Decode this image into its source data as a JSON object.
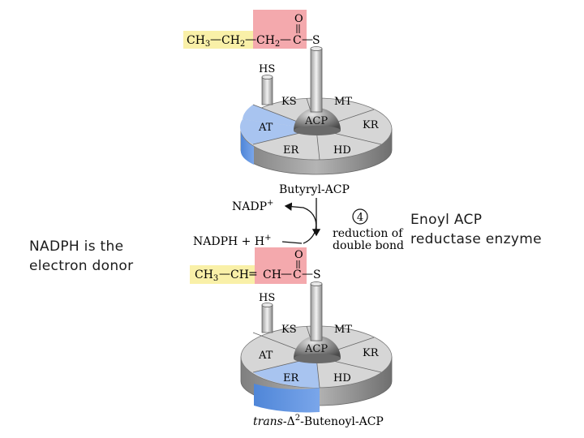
{
  "notes": {
    "left_line1": "NADPH  is the",
    "left_line2": "electron donor",
    "right_line1": "Enoyl ACP",
    "right_line2": "reductase enzyme"
  },
  "top_molecule": {
    "ch3": "CH",
    "ch3_sub": "3",
    "bond1": "—",
    "ch2a": "CH",
    "ch2a_sub": "2",
    "bond2": "—",
    "ch2b": "CH",
    "ch2b_sub": "2",
    "bond3": "—",
    "c": "C",
    "bond4": "—",
    "s": "S",
    "o": "O"
  },
  "bottom_molecule": {
    "ch3": "CH",
    "ch3_sub": "3",
    "bond1": "—",
    "cha": "CH",
    "bond2": "=",
    "chb": "CH",
    "bond3": "—",
    "c": "C",
    "bond4": "—",
    "s": "S",
    "o": "O"
  },
  "complex_top": {
    "hs": "HS",
    "ks": "KS",
    "mt": "MT",
    "at": "AT",
    "acp": "ACP",
    "kr": "KR",
    "er": "ER",
    "hd": "HD"
  },
  "complex_bottom": {
    "hs": "HS",
    "ks": "KS",
    "mt": "MT",
    "at": "AT",
    "acp": "ACP",
    "kr": "KR",
    "er": "ER",
    "hd": "HD"
  },
  "labels": {
    "butyryl": "Butyryl-ACP",
    "nadp": "NADP",
    "nadp_sup": "+",
    "nadph": "NADPH + H",
    "nadph_sup": "+",
    "step": "4",
    "reduction1": "reduction of",
    "reduction2": "double bond",
    "trans_italic": "trans",
    "trans_delta": "-Δ",
    "trans_sup": "2",
    "trans_rest": "-Butenoyl-ACP"
  },
  "colors": {
    "pink": "#f4a9ad",
    "yellow": "#f9f0a8",
    "blue_segment": "#a8c4f0",
    "gray_segment": "#d6d6d6"
  }
}
